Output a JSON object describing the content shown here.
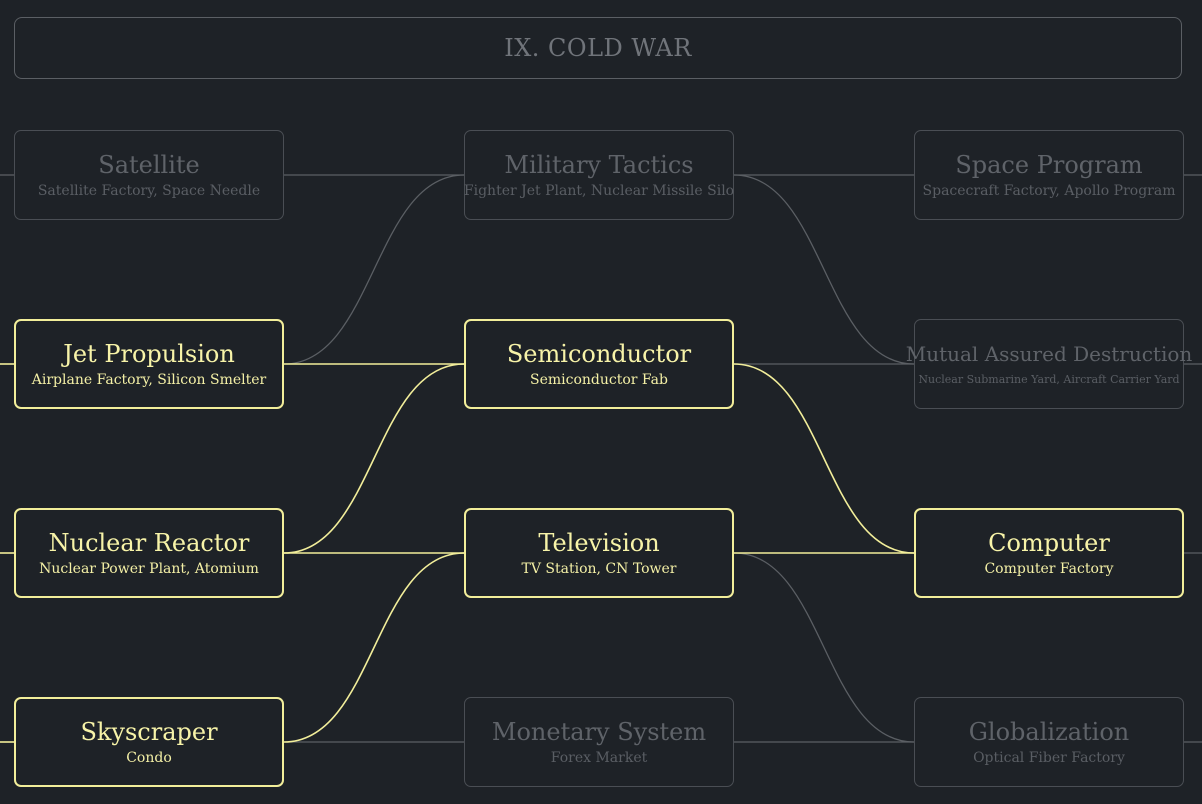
{
  "era": {
    "title": "IX.  COLD WAR"
  },
  "colors": {
    "active": "#f2ee9a",
    "inactive": "#5b5f64",
    "background": "#1e2227"
  },
  "nodes": {
    "satellite": {
      "name": "Satellite",
      "sub": "Satellite Factory, Space Needle",
      "active": false
    },
    "military": {
      "name": "Military Tactics",
      "sub": "Fighter Jet Plant, Nuclear Missile Silo",
      "active": false
    },
    "space": {
      "name": "Space Program",
      "sub": "Spacecraft Factory, Apollo Program",
      "active": false
    },
    "jet": {
      "name": "Jet Propulsion",
      "sub": "Airplane Factory, Silicon Smelter",
      "active": true
    },
    "semi": {
      "name": "Semiconductor",
      "sub": "Semiconductor Fab",
      "active": true
    },
    "mad": {
      "name": "Mutual Assured Destruction",
      "sub": "Nuclear Submarine Yard, Aircraft Carrier Yard",
      "active": false
    },
    "reactor": {
      "name": "Nuclear Reactor",
      "sub": "Nuclear Power Plant, Atomium",
      "active": true
    },
    "tv": {
      "name": "Television",
      "sub": "TV Station, CN Tower",
      "active": true
    },
    "computer": {
      "name": "Computer",
      "sub": "Computer Factory",
      "active": true
    },
    "sky": {
      "name": "Skyscraper",
      "sub": "Condo",
      "active": true
    },
    "monetary": {
      "name": "Monetary System",
      "sub": "Forex Market",
      "active": false
    },
    "glob": {
      "name": "Globalization",
      "sub": "Optical Fiber Factory",
      "active": false
    }
  },
  "links": [
    {
      "from": "satellite",
      "to": "military",
      "active": false
    },
    {
      "from": "jet",
      "to": "military",
      "active": false
    },
    {
      "from": "military",
      "to": "space",
      "active": false
    },
    {
      "from": "military",
      "to": "mad",
      "active": false
    },
    {
      "from": "semi",
      "to": "mad",
      "active": false
    },
    {
      "from": "jet",
      "to": "semi",
      "active": true
    },
    {
      "from": "reactor",
      "to": "semi",
      "active": true
    },
    {
      "from": "reactor",
      "to": "tv",
      "active": true
    },
    {
      "from": "sky",
      "to": "tv",
      "active": true
    },
    {
      "from": "semi",
      "to": "computer",
      "active": true
    },
    {
      "from": "tv",
      "to": "computer",
      "active": true
    },
    {
      "from": "tv",
      "to": "glob",
      "active": false
    },
    {
      "from": "sky",
      "to": "monetary",
      "active": false
    },
    {
      "from": "monetary",
      "to": "glob",
      "active": false
    }
  ],
  "offscreen_links": [
    {
      "node": "satellite",
      "side": "left",
      "active": false
    },
    {
      "node": "jet",
      "side": "left",
      "active": true
    },
    {
      "node": "reactor",
      "side": "left",
      "active": true
    },
    {
      "node": "sky",
      "side": "left",
      "active": true
    },
    {
      "node": "space",
      "side": "right",
      "active": false
    },
    {
      "node": "mad",
      "side": "right",
      "active": false
    },
    {
      "node": "computer",
      "side": "right",
      "active": false
    },
    {
      "node": "glob",
      "side": "right",
      "active": false
    }
  ]
}
